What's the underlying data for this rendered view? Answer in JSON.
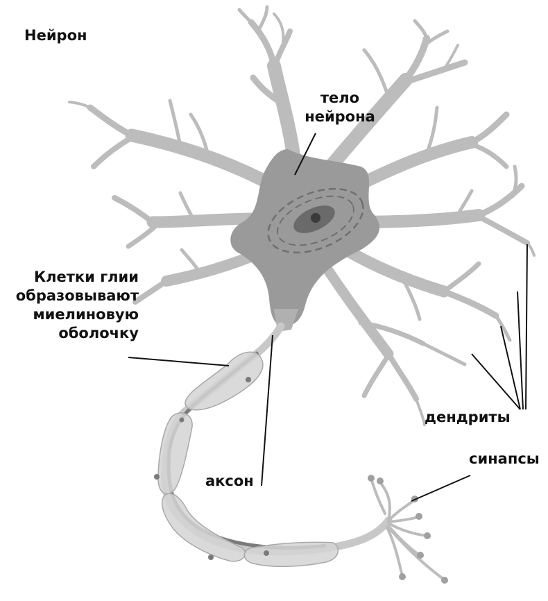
{
  "title": "Нейрон",
  "labels": {
    "soma": [
      "тело",
      "нейрона"
    ],
    "glia": [
      "Клетки глии",
      "образовывают",
      "миелиновую",
      "оболочку"
    ],
    "dendrites": "дендриты",
    "axon": "аксон",
    "synapses": "синапсы"
  },
  "colors": {
    "neuron_fill": "#bcbcbc",
    "soma_fill": "#9a9a9a",
    "myelin_fill": "#cfcfcf",
    "axon_core": "#7a7a7a",
    "nucleus": "#6a6a6a",
    "leader_line": "#111111",
    "text": "#111111"
  }
}
